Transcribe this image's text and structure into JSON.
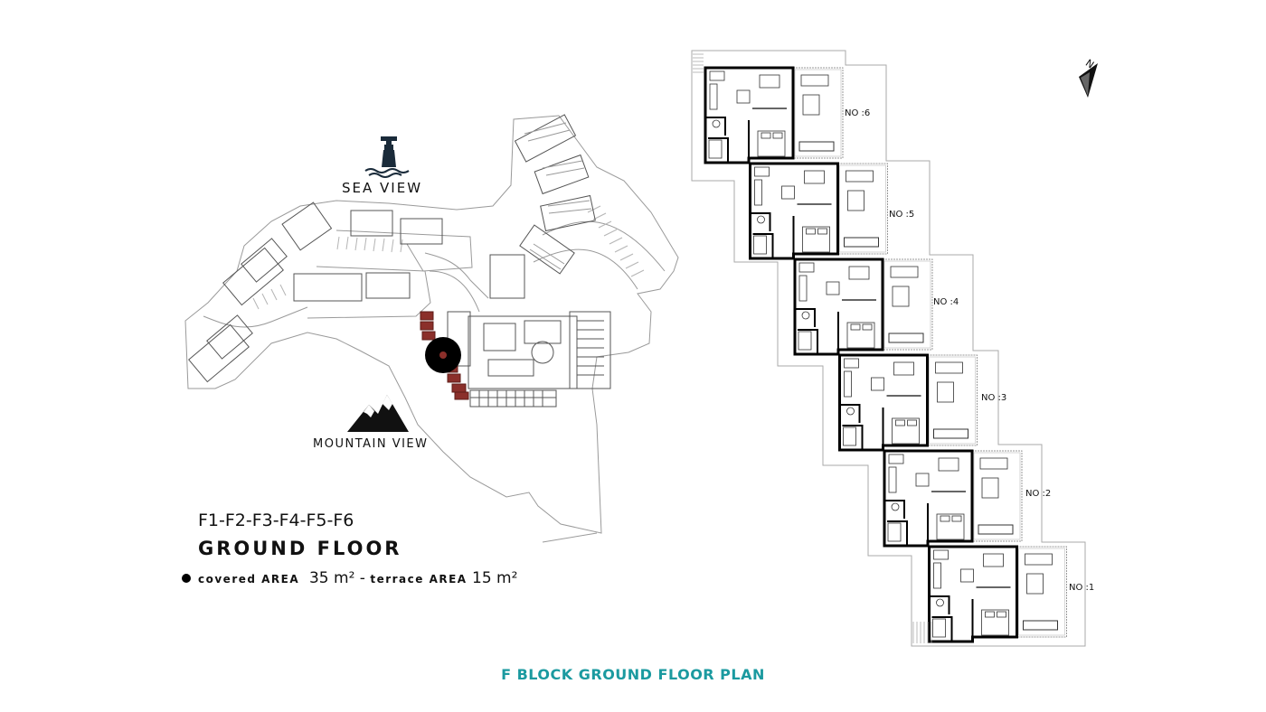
{
  "site_plan": {
    "sea_view_label": "SEA VIEW",
    "mountain_view_label": "MOUNTAIN VIEW",
    "units_label": "F1-F2-F3-F4-F5-F6",
    "floor_title": "GROUND FLOOR",
    "covered_area_label": "covered AREA",
    "covered_area_value": "35 m²",
    "separator": "-",
    "terrace_area_label": "terrace AREA",
    "terrace_area_value": "15 m²",
    "highlight_color": "#8b2f2a"
  },
  "floor_plan": {
    "north_label": "N",
    "units": [
      {
        "label": "NO :6"
      },
      {
        "label": "NO :5"
      },
      {
        "label": "NO :4"
      },
      {
        "label": "NO :3"
      },
      {
        "label": "NO :2"
      },
      {
        "label": "NO :1"
      }
    ]
  },
  "footer": {
    "title": "F BLOCK GROUND FLOOR PLAN",
    "title_color": "#1b9aa0"
  }
}
